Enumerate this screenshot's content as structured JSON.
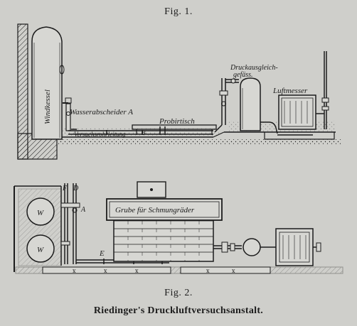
{
  "fig1": {
    "title": "Fig. 1.",
    "labels": {
      "windkessel": "Windkessel",
      "wasserabscheider": "Wasserabscheider A",
      "versuchsrohrleitung": "Versuchsrohrleitung",
      "b": "B",
      "probirtisch": "Probirtisch",
      "druckausgleich_1": "Druckausgleich-",
      "druckausgleich_2": "gefäss.",
      "luftmesser": "Luftmesser"
    }
  },
  "fig2": {
    "title": "Fig. 2.",
    "labels": {
      "w_top": "W",
      "w_bottom": "W",
      "f": "F",
      "d": "D",
      "a": "A",
      "e": "E",
      "grube": "Grube für Schmungräder"
    }
  },
  "caption": "Riedinger's Druckluftversuchsanstalt.",
  "colors": {
    "paper": "#cfcfcb",
    "ink": "#1c1c1c"
  }
}
